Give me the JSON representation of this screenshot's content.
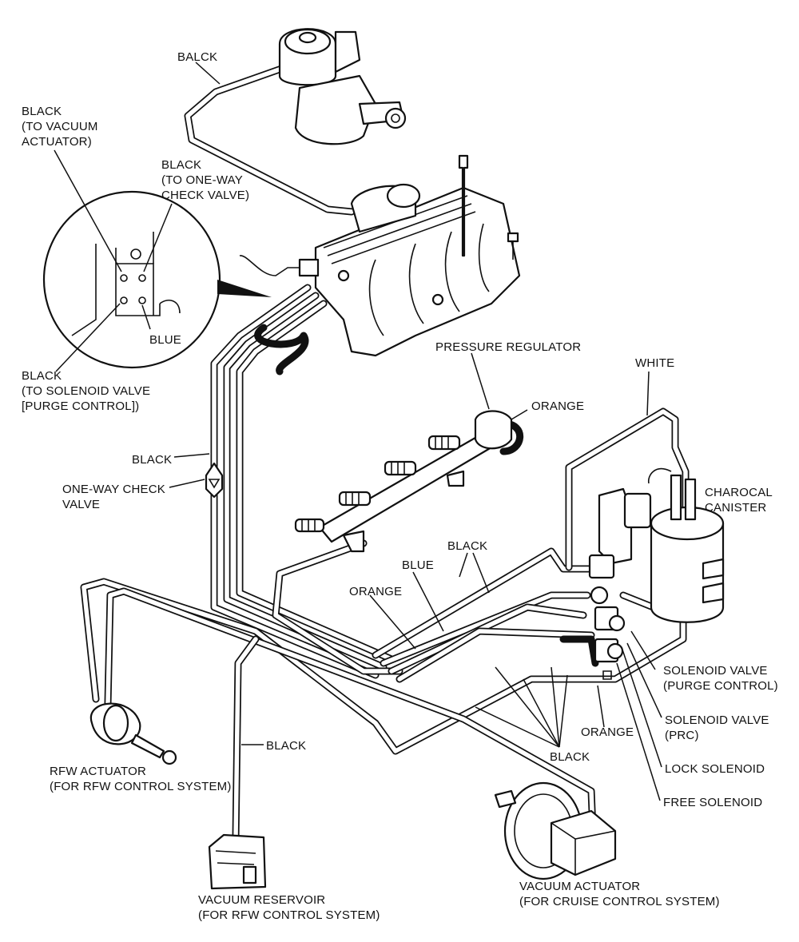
{
  "labels": {
    "balck_top": "BALCK",
    "black_vacuum_actuator": "BLACK\n(TO VACUUM\nACTUATOR)",
    "black_one_way": "BLACK\n(TO ONE-WAY\nCHECK VALVE)",
    "blue_inset": "BLUE",
    "black_solenoid_purge": "BLACK\n(TO SOLENOID VALVE\n[PURGE CONTROL])",
    "pressure_regulator": "PRESSURE REGULATOR",
    "white": "WHITE",
    "orange_regulator": "ORANGE",
    "charcoal_canister": "CHAROCAL\nCANISTER",
    "black_left": "BLACK",
    "one_way_check_valve": "ONE-WAY CHECK\nVALVE",
    "black_mid": "BLACK",
    "blue_mid": "BLUE",
    "orange_mid": "ORANGE",
    "solenoid_purge": "SOLENOID VALVE\n(PURGE CONTROL)",
    "solenoid_prc": "SOLENOID VALVE\n(PRC)",
    "orange_bottom": "ORANGE",
    "black_bottom": "BLACK",
    "lock_solenoid": "LOCK SOLENOID",
    "free_solenoid": "FREE SOLENOID",
    "rfw_actuator": "RFW ACTUATOR\n(FOR RFW CONTROL SYSTEM)",
    "black_reservoir": "BLACK",
    "vacuum_reservoir": "VACUUM RESERVOIR\n(FOR RFW CONTROL SYSTEM)",
    "vacuum_actuator": "VACUUM ACTUATOR\n(FOR CRUISE CONTROL SYSTEM)"
  }
}
